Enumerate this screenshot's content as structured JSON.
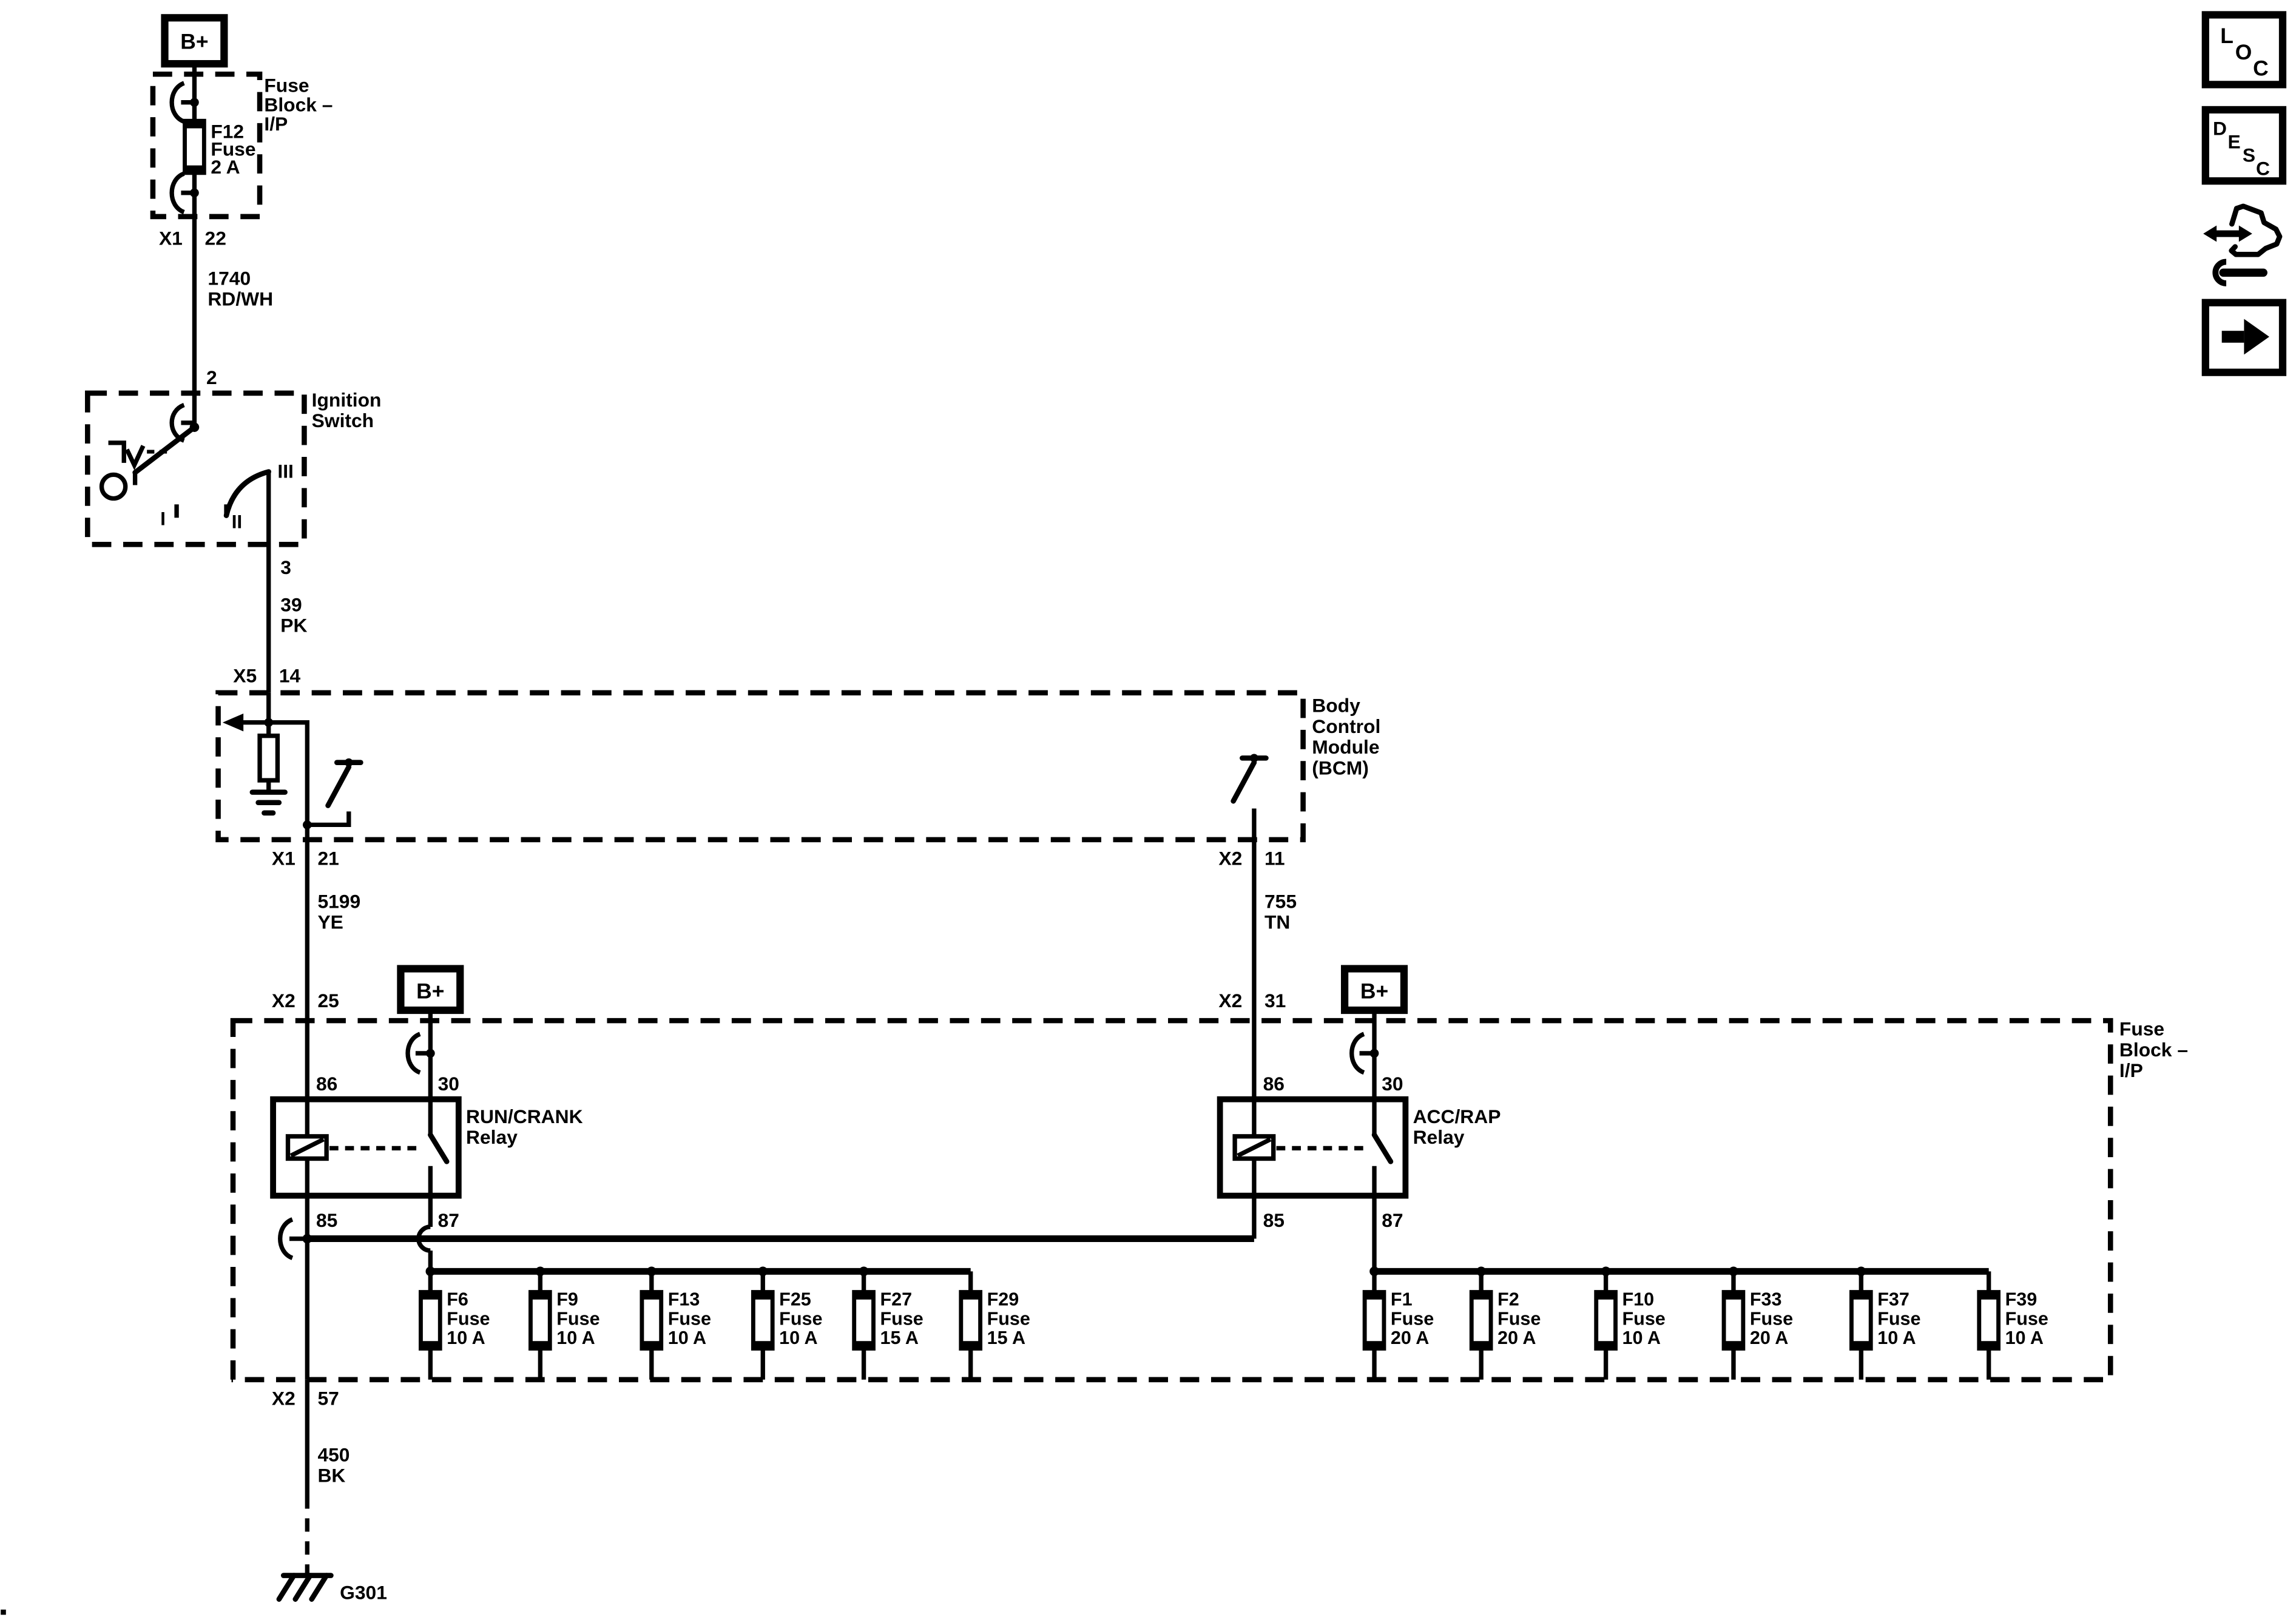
{
  "diagram": {
    "battery_label": "B+",
    "top_fuse_block": {
      "name_lines": [
        "Fuse",
        "Block –",
        "I/P"
      ],
      "fuse": {
        "id": "F12",
        "type": "Fuse",
        "rating": "2 A"
      },
      "connector": "X1",
      "pin": "22"
    },
    "wires": {
      "w1740": {
        "circuit": "1740",
        "color": "RD/WH"
      },
      "w39": {
        "circuit": "39",
        "color": "PK"
      },
      "w5199": {
        "circuit": "5199",
        "color": "YE"
      },
      "w755": {
        "circuit": "755",
        "color": "TN"
      },
      "w450": {
        "circuit": "450",
        "color": "BK"
      }
    },
    "ignition_switch": {
      "name_lines": [
        "Ignition",
        "Switch"
      ],
      "pin_in": "2",
      "pin_out": "3",
      "positions": {
        "i": "I",
        "ii": "II",
        "iii": "III"
      }
    },
    "bcm": {
      "name_lines": [
        "Body",
        "Control",
        "Module",
        "(BCM)"
      ],
      "conn_in": "X5",
      "pin_in": "14",
      "conn_out_left": "X1",
      "pin_out_left": "21",
      "conn_out_right": "X2",
      "pin_out_right": "11"
    },
    "main_fuse_block": {
      "name_lines": [
        "Fuse",
        "Block –",
        "I/P"
      ],
      "conn_left": "X2",
      "pin_left": "25",
      "conn_right": "X2",
      "pin_right": "31",
      "conn_ground": "X2",
      "pin_ground": "57",
      "run_crank_relay": {
        "name_lines": [
          "RUN/CRANK",
          "Relay"
        ],
        "pin_86": "86",
        "pin_30": "30",
        "pin_85": "85",
        "pin_87": "87"
      },
      "acc_rap_relay": {
        "name_lines": [
          "ACC/RAP",
          "Relay"
        ],
        "pin_86": "86",
        "pin_30": "30",
        "pin_85": "85",
        "pin_87": "87"
      },
      "left_fuses": [
        {
          "id": "F6",
          "type": "Fuse",
          "rating": "10 A"
        },
        {
          "id": "F9",
          "type": "Fuse",
          "rating": "10 A"
        },
        {
          "id": "F13",
          "type": "Fuse",
          "rating": "10 A"
        },
        {
          "id": "F25",
          "type": "Fuse",
          "rating": "10 A"
        },
        {
          "id": "F27",
          "type": "Fuse",
          "rating": "15 A"
        },
        {
          "id": "F29",
          "type": "Fuse",
          "rating": "15 A"
        }
      ],
      "right_fuses": [
        {
          "id": "F1",
          "type": "Fuse",
          "rating": "20 A"
        },
        {
          "id": "F2",
          "type": "Fuse",
          "rating": "20 A"
        },
        {
          "id": "F10",
          "type": "Fuse",
          "rating": "10 A"
        },
        {
          "id": "F33",
          "type": "Fuse",
          "rating": "20 A"
        },
        {
          "id": "F37",
          "type": "Fuse",
          "rating": "10 A"
        },
        {
          "id": "F39",
          "type": "Fuse",
          "rating": "10 A"
        }
      ]
    },
    "ground": {
      "label": "G301"
    }
  },
  "toolbar": {
    "loc_letters": [
      "L",
      "O",
      "C"
    ],
    "desc_letters": [
      "D",
      "E",
      "S",
      "C"
    ]
  }
}
